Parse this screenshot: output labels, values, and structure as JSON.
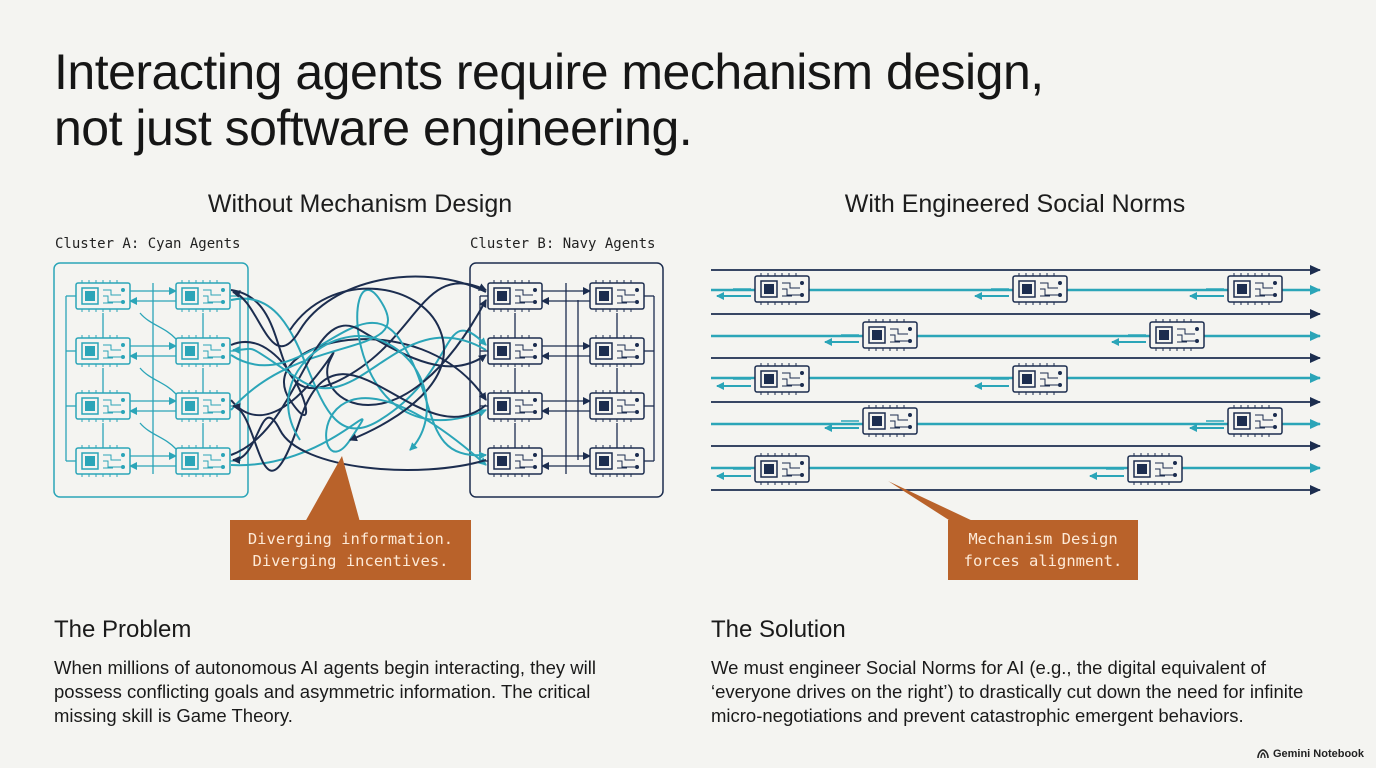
{
  "title": {
    "line1": "Interacting agents require mechanism design,",
    "line2": "not just software engineering."
  },
  "left_panel": {
    "title": "Without Mechanism Design",
    "cluster_a_label": "Cluster A: Cyan Agents",
    "cluster_b_label": "Cluster B: Navy Agents",
    "callout": {
      "line1": "Diverging information.",
      "line2": "Diverging incentives."
    }
  },
  "right_panel": {
    "title": "With Engineered Social Norms",
    "callout": {
      "line1": "Mechanism Design",
      "line2": "forces alignment."
    }
  },
  "problem": {
    "heading": "The Problem",
    "lines": [
      "When millions of autonomous AI agents begin interacting, they will",
      "possess conflicting goals and asymmetric information. The critical",
      "missing skill is Game Theory."
    ]
  },
  "solution": {
    "heading": "The Solution",
    "lines": [
      "We must engineer Social Norms for AI (e.g., the digital equivalent of",
      "‘everyone drives on the right’) to drastically cut down the need for infinite",
      "micro-negotiations and prevent catastrophic emergent behaviors."
    ]
  },
  "footer": {
    "brand": "Gemini Notebook",
    "icon": "notebook-logo-icon"
  },
  "colors": {
    "cyan": "#2ba5b8",
    "navy": "#1c2d4f",
    "callout": "#b9622a",
    "background": "#f4f4f1"
  }
}
